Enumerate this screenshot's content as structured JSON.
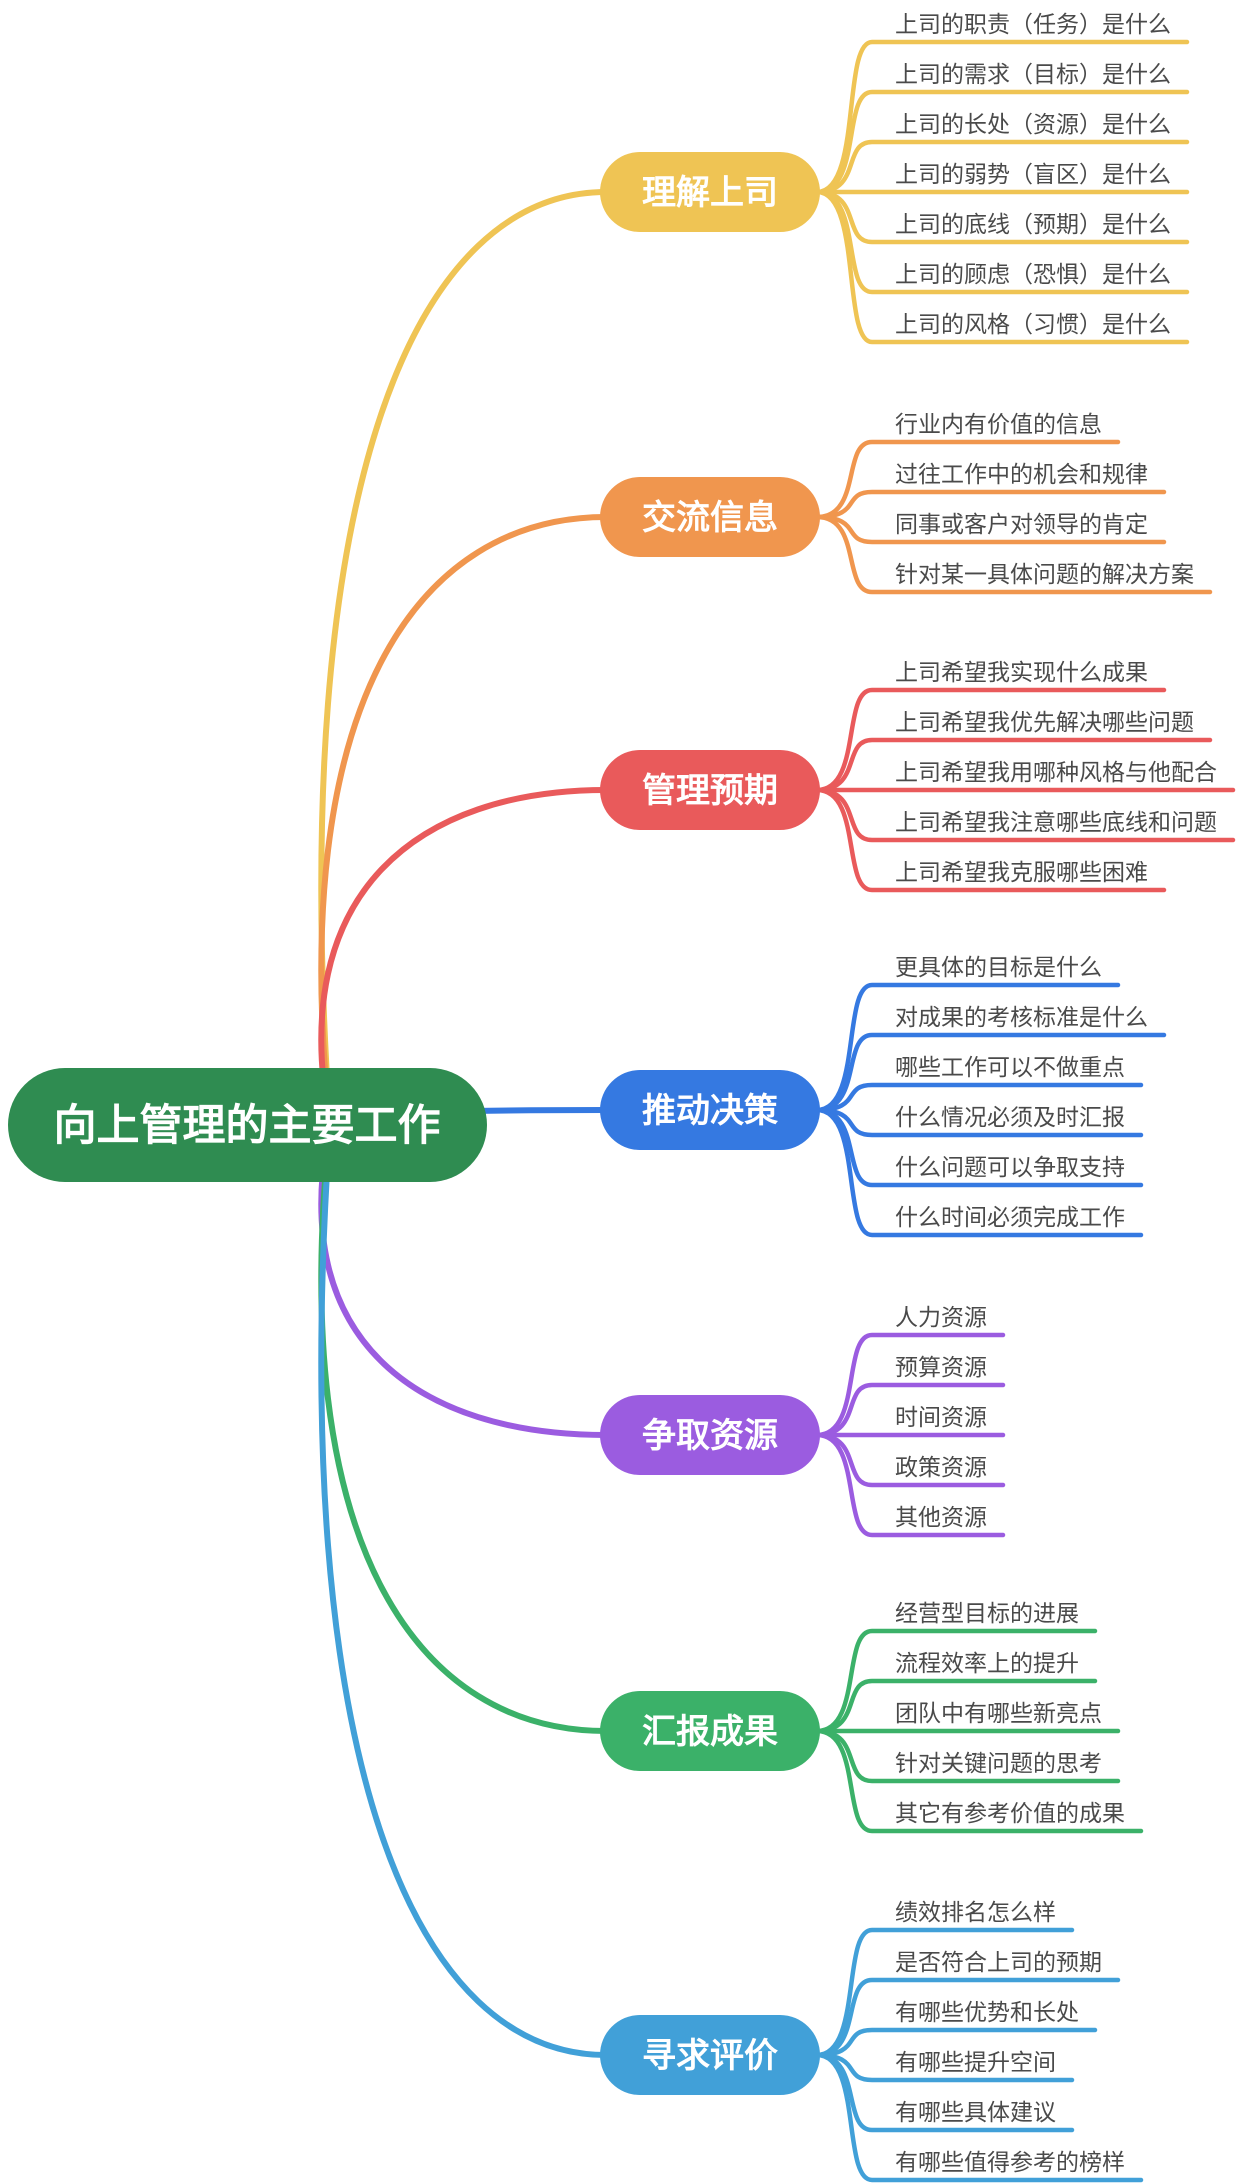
{
  "diagram": {
    "type": "mindmap",
    "background": "#FFFFFF",
    "leaf_text_color": "#4A4A4A",
    "root": {
      "label": "向上管理的主要工作",
      "color": "#2F8C51",
      "text_color": "#FFFFFF"
    },
    "branches": [
      {
        "label": "理解上司",
        "color": "#EFC454",
        "children": [
          "上司的职责（任务）是什么",
          "上司的需求（目标）是什么",
          "上司的长处（资源）是什么",
          "上司的弱势（盲区）是什么",
          "上司的底线（预期）是什么",
          "上司的顾虑（恐惧）是什么",
          "上司的风格（习惯）是什么"
        ]
      },
      {
        "label": "交流信息",
        "color": "#F0964E",
        "children": [
          "行业内有价值的信息",
          "过往工作中的机会和规律",
          "同事或客户对领导的肯定",
          "针对某一具体问题的解决方案"
        ]
      },
      {
        "label": "管理预期",
        "color": "#E95A5B",
        "children": [
          "上司希望我实现什么成果",
          "上司希望我优先解决哪些问题",
          "上司希望我用哪种风格与他配合",
          "上司希望我注意哪些底线和问题",
          "上司希望我克服哪些困难"
        ]
      },
      {
        "label": "推动决策",
        "color": "#3579E1",
        "children": [
          "更具体的目标是什么",
          "对成果的考核标准是什么",
          "哪些工作可以不做重点",
          "什么情况必须及时汇报",
          "什么问题可以争取支持",
          "什么时间必须完成工作"
        ]
      },
      {
        "label": "争取资源",
        "color": "#9B5CE0",
        "children": [
          "人力资源",
          "预算资源",
          "时间资源",
          "政策资源",
          "其他资源"
        ]
      },
      {
        "label": "汇报成果",
        "color": "#3BB169",
        "children": [
          "经营型目标的进展",
          "流程效率上的提升",
          "团队中有哪些新亮点",
          "针对关键问题的思考",
          "其它有参考价值的成果"
        ]
      },
      {
        "label": "寻求评价",
        "color": "#41A0D8",
        "children": [
          "绩效排名怎么样",
          "是否符合上司的预期",
          "有哪些优势和长处",
          "有哪些提升空间",
          "有哪些具体建议",
          "有哪些值得参考的榜样"
        ]
      }
    ]
  }
}
